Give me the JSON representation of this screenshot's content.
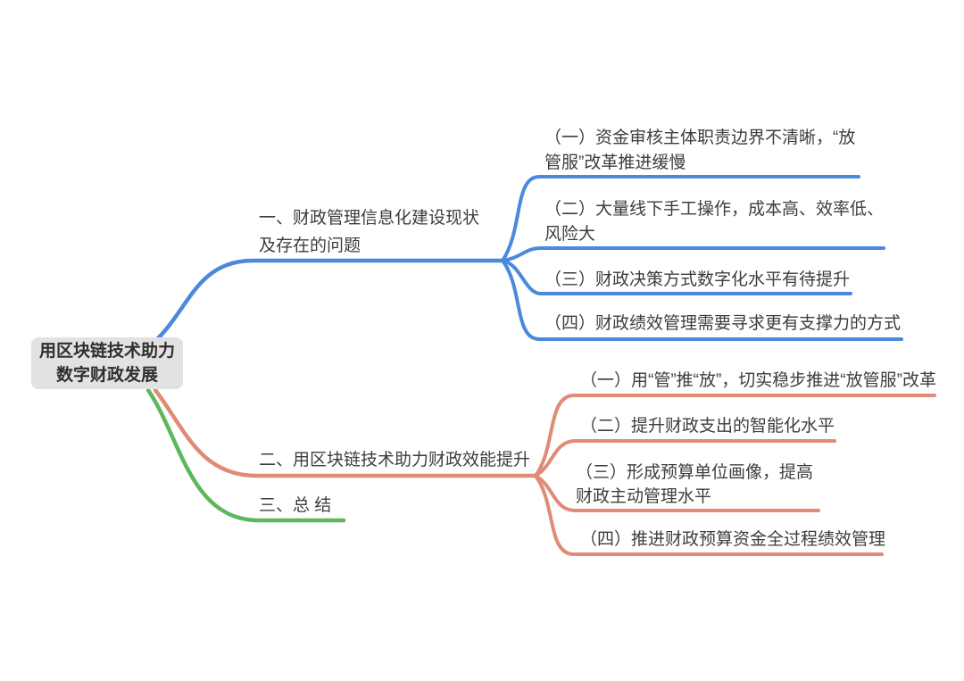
{
  "colors": {
    "branch1": "#4a89dc",
    "branch2": "#e08b76",
    "branch3": "#5cb85c",
    "root_bg": "#e2e2e2",
    "text": "#3d3d3d"
  },
  "root": {
    "label_lines": [
      "用区块链技术助力",
      "数字财政发展"
    ]
  },
  "branches": [
    {
      "label_lines": [
        "一、财政管理信息化建设现状",
        "及存在的问题"
      ],
      "color": "#4a89dc",
      "children": [
        {
          "label_lines": [
            "（一）资金审核主体职责边界不清晰，“放",
            "管服”改革推进缓慢"
          ]
        },
        {
          "label_lines": [
            "（二）大量线下手工操作，成本高、效率低、",
            "风险大"
          ]
        },
        {
          "label_lines": [
            "（三）财政决策方式数字化水平有待提升"
          ]
        },
        {
          "label_lines": [
            "（四）财政绩效管理需要寻求更有支撑力的方式"
          ]
        }
      ]
    },
    {
      "label_lines": [
        "二、用区块链技术助力财政效能提升"
      ],
      "color": "#e08b76",
      "children": [
        {
          "label_lines": [
            "（一）用“管”推“放”，切实稳步推进“放管服”改革"
          ]
        },
        {
          "label_lines": [
            "（二）提升财政支出的智能化水平"
          ]
        },
        {
          "label_lines": [
            "（三）形成预算单位画像，提高",
            "财政主动管理水平"
          ]
        },
        {
          "label_lines": [
            "（四）推进财政预算资金全过程绩效管理"
          ]
        }
      ]
    },
    {
      "label_lines": [
        "三、总 结"
      ],
      "color": "#5cb85c",
      "children": []
    }
  ]
}
